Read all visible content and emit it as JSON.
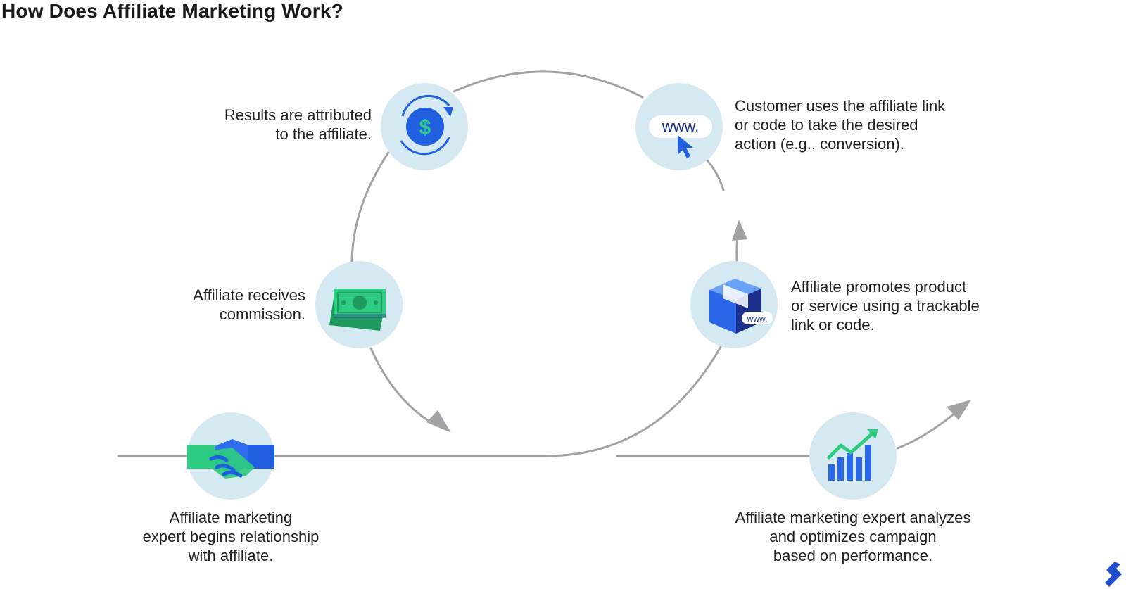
{
  "title": "How Does Affiliate Marketing Work?",
  "steps": [
    {
      "id": "begin",
      "text": "Affiliate marketing\nexpert begins relationship\nwith affiliate.",
      "icon": "handshake-icon"
    },
    {
      "id": "promote",
      "text": "Affiliate promotes product\nor service using a trackable\nlink or code.",
      "icon": "box-icon"
    },
    {
      "id": "customer",
      "text": "Customer uses the affiliate link\nor code to take the desired\naction (e.g., conversion).",
      "icon": "www-cursor-icon",
      "icon_text": "www."
    },
    {
      "id": "attributed",
      "text": "Results are attributed\nto the affiliate.",
      "icon": "dollar-cycle-icon",
      "icon_text": "$"
    },
    {
      "id": "commission",
      "text": "Affiliate receives\ncommission.",
      "icon": "cash-icon"
    },
    {
      "id": "optimize",
      "text": "Affiliate marketing expert analyzes\nand optimizes campaign\nbased on performance.",
      "icon": "growth-chart-icon"
    }
  ],
  "box_tag": "www.",
  "colors": {
    "circle_bg": "#d4e9f2",
    "line": "#a2a2a7",
    "blue": "#1f5fe0",
    "green": "#2ecc80",
    "dark_blue": "#1c2f8a"
  },
  "logo": "toptal-logo-icon"
}
